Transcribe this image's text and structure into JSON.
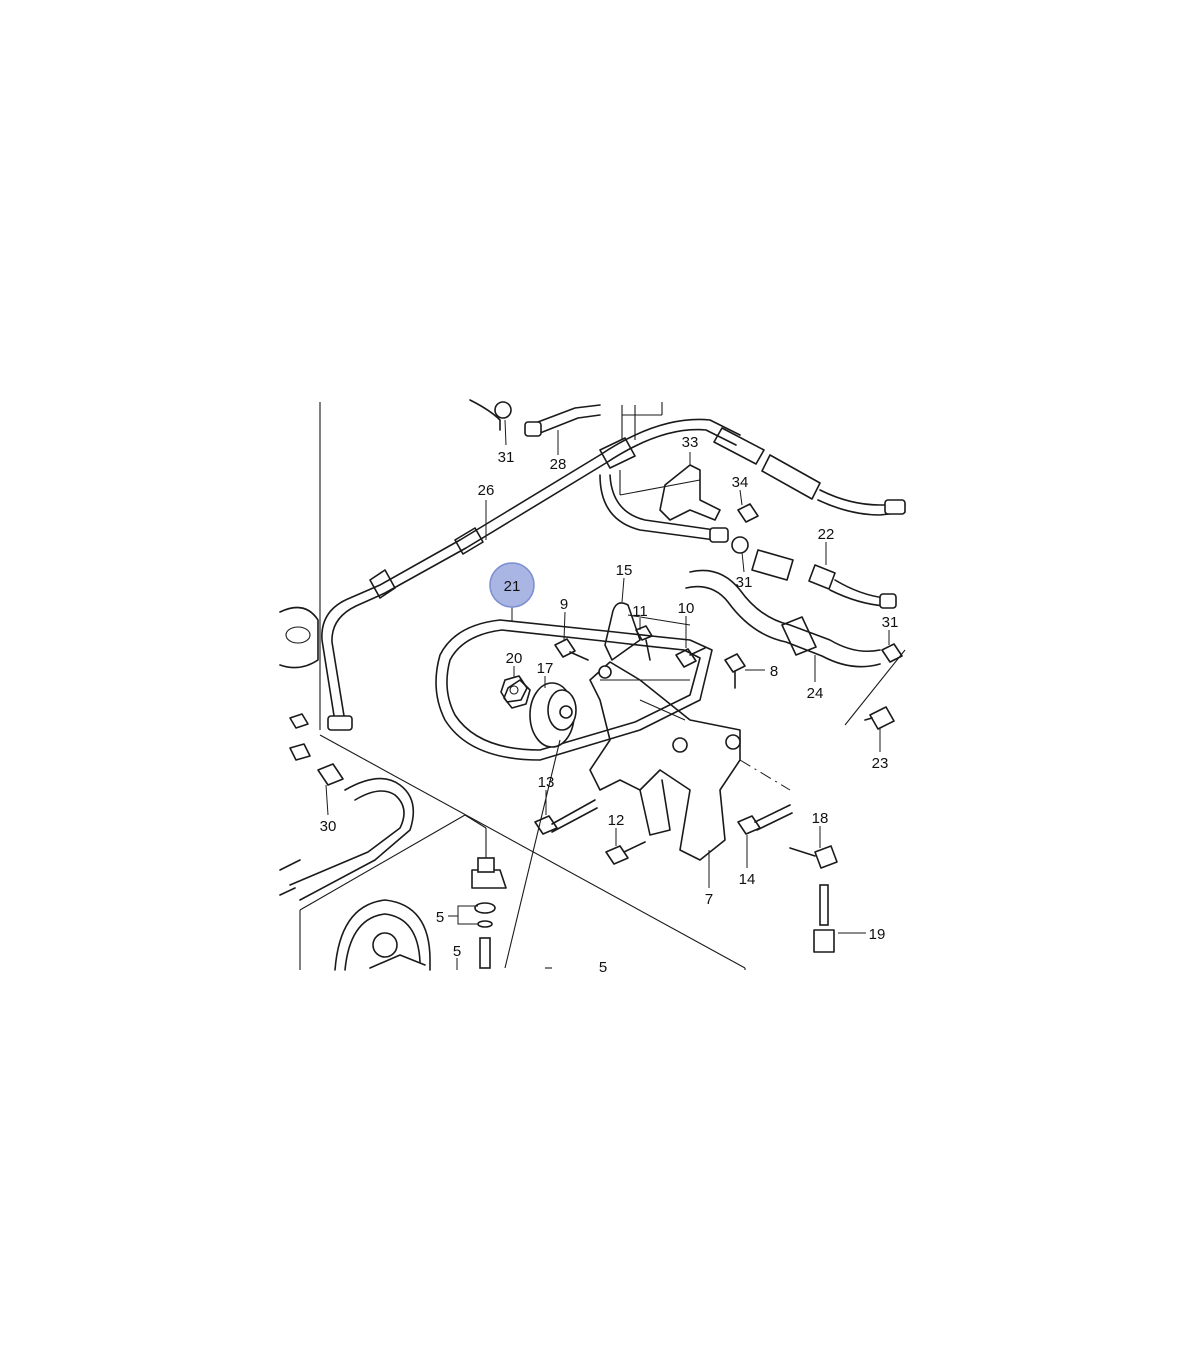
{
  "diagram": {
    "highlight_color": "#a9b6e3",
    "highlighted_label": "21",
    "callouts": [
      {
        "id": "31a",
        "text": "31"
      },
      {
        "id": "28",
        "text": "28"
      },
      {
        "id": "33",
        "text": "33"
      },
      {
        "id": "34",
        "text": "34"
      },
      {
        "id": "26",
        "text": "26"
      },
      {
        "id": "22",
        "text": "22"
      },
      {
        "id": "31b",
        "text": "31"
      },
      {
        "id": "21",
        "text": "21"
      },
      {
        "id": "15",
        "text": "15"
      },
      {
        "id": "9",
        "text": "9"
      },
      {
        "id": "11",
        "text": "11"
      },
      {
        "id": "10",
        "text": "10"
      },
      {
        "id": "31c",
        "text": "31"
      },
      {
        "id": "20",
        "text": "20"
      },
      {
        "id": "17",
        "text": "17"
      },
      {
        "id": "8",
        "text": "8"
      },
      {
        "id": "24",
        "text": "24"
      },
      {
        "id": "23",
        "text": "23"
      },
      {
        "id": "13",
        "text": "13"
      },
      {
        "id": "30",
        "text": "30"
      },
      {
        "id": "12",
        "text": "12"
      },
      {
        "id": "18",
        "text": "18"
      },
      {
        "id": "14",
        "text": "14"
      },
      {
        "id": "7",
        "text": "7"
      },
      {
        "id": "5a",
        "text": "5"
      },
      {
        "id": "19",
        "text": "19"
      },
      {
        "id": "5b",
        "text": "5"
      },
      {
        "id": "5c",
        "text": "5"
      }
    ]
  }
}
